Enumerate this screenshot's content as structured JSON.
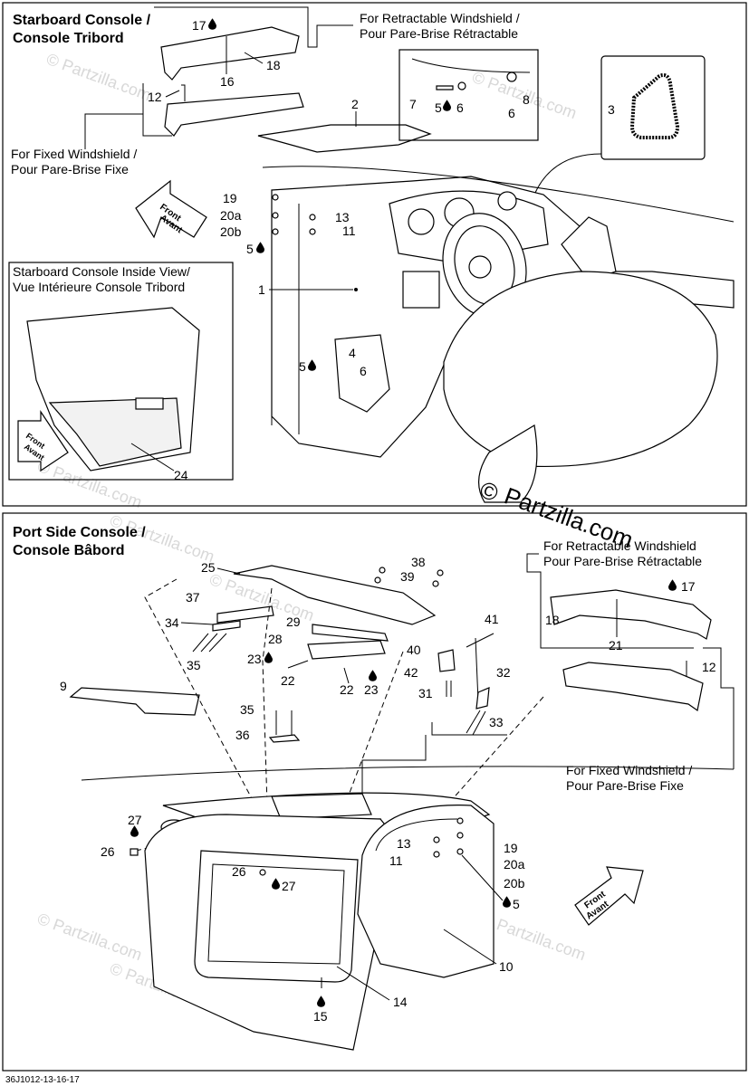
{
  "starboard": {
    "title_line1": "Starboard Console /",
    "title_line2": "Console Tribord",
    "retractable_line1": "For Retractable Windshield /",
    "retractable_line2": "Pour Pare-Brise Rétractable",
    "fixed_line1": "For Fixed Windshield /",
    "fixed_line2": "Pour Pare-Brise Fixe",
    "inside_line1": "Starboard Console Inside View/",
    "inside_line2": "Vue Intérieure Console Tribord",
    "front": "Front",
    "avant": "Avant",
    "callouts": {
      "c17": "17",
      "c16": "16",
      "c18": "18",
      "c12": "12",
      "c2": "2",
      "c7": "7",
      "c5a": "5",
      "c6a": "6",
      "c6b": "6",
      "c8": "8",
      "c3": "3",
      "c19": "19",
      "c20a": "20a",
      "c20b": "20b",
      "c5b": "5",
      "c13": "13",
      "c11": "11",
      "c1": "1",
      "c4": "4",
      "c5c": "5",
      "c6c": "6",
      "c24": "24"
    }
  },
  "port": {
    "title_line1": "Port Side Console /",
    "title_line2": "Console Bâbord",
    "retractable_line1": "For Retractable Windshield",
    "retractable_line2": "Pour Pare-Brise Rétractable",
    "fixed_line1": "For Fixed Windshield /",
    "fixed_line2": "Pour Pare-Brise Fixe",
    "front": "Front",
    "avant": "Avant",
    "callouts": {
      "c25": "25",
      "c38": "38",
      "c39": "39",
      "c37": "37",
      "c34": "34",
      "c35a": "35",
      "c29": "29",
      "c28": "28",
      "c23a": "23",
      "c22a": "22",
      "c22b": "22",
      "c23b": "23",
      "c41": "41",
      "c40": "40",
      "c42": "42",
      "c32": "32",
      "c31": "31",
      "c33": "33",
      "c9": "9",
      "c35b": "35",
      "c36": "36",
      "c17": "17",
      "c18": "18",
      "c21": "21",
      "c12": "12",
      "c27a": "27",
      "c26a": "26",
      "c26b": "26",
      "c27b": "27",
      "c13": "13",
      "c11": "11",
      "c19": "19",
      "c20a": "20a",
      "c20b": "20b",
      "c5": "5",
      "c10": "10",
      "c14": "14",
      "c15": "15"
    }
  },
  "watermark": {
    "copyright": "©",
    "brand": "Partzilla.com",
    "small_marks": [
      "© Partzilla.com",
      "© Partzilla.com",
      "© Partzilla.com",
      "© Partzilla.com",
      "© Partzilla.com",
      "© Partzilla.com",
      "© Partzilla.com",
      "© Partzilla.com"
    ]
  },
  "footer_code": "36J1012-13-16-17"
}
